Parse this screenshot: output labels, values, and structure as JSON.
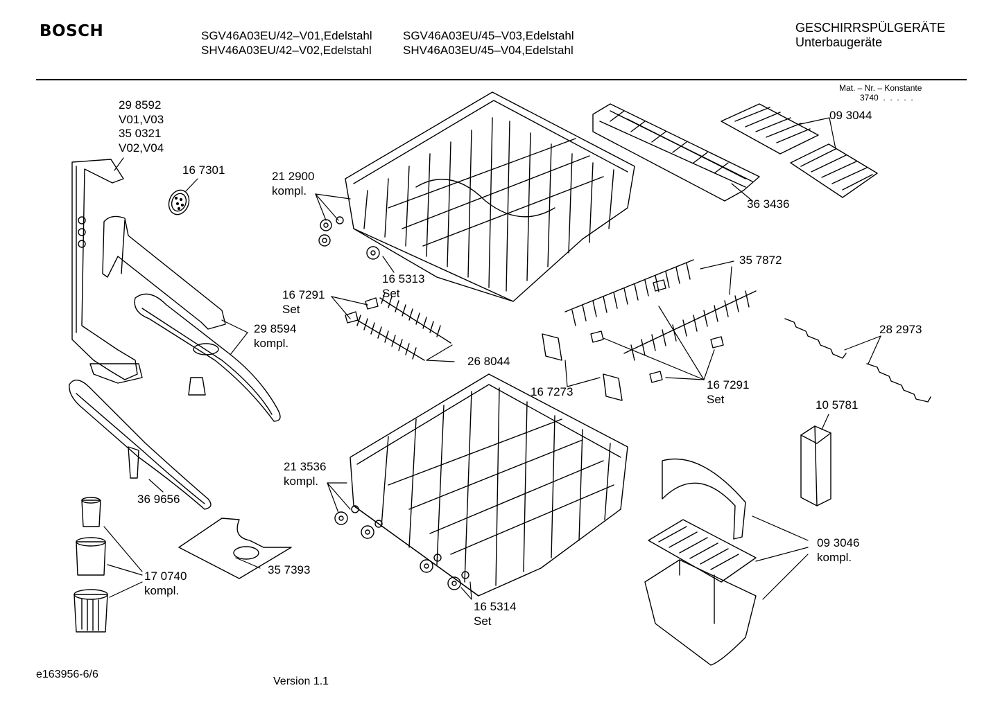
{
  "header": {
    "brand": "BOSCH",
    "models": [
      "SGV46A03EU/42–V01,Edelstahl",
      "SHV46A03EU/42–V02,Edelstahl",
      "SGV46A03EU/45–V03,Edelstahl",
      "SHV46A03EU/45–V04,Edelstahl"
    ],
    "category": "GESCHIRRSPÜLGERÄTE",
    "subcategory": "Unterbaugeräte",
    "mat_label": "Mat. – Nr. – Konstante",
    "mat_value": "3740  .  .  .  .  ."
  },
  "parts": {
    "p298592": "29 8592",
    "v01v03": "V01,V03",
    "p350321": "35 0321",
    "v02v04": "V02,V04",
    "p167301": "16 7301",
    "p212900": "21 2900",
    "kompl": "kompl.",
    "set": "Set",
    "p165313": "16 5313",
    "p167291": "16 7291",
    "p268044": "26 8044",
    "p298594": "29 8594",
    "p093044": "09 3044",
    "p363436": "36 3436",
    "p357872": "35 7872",
    "p282973": "28 2973",
    "p167273": "16 7273",
    "p105781": "10 5781",
    "p213536": "21 3536",
    "p369656": "36 9656",
    "p357393": "35 7393",
    "p170740": "17 0740",
    "p093046": "09 3046",
    "p165314": "16 5314"
  },
  "footer": {
    "doc_id": "e163956-6/6",
    "version": "Version 1.1"
  }
}
